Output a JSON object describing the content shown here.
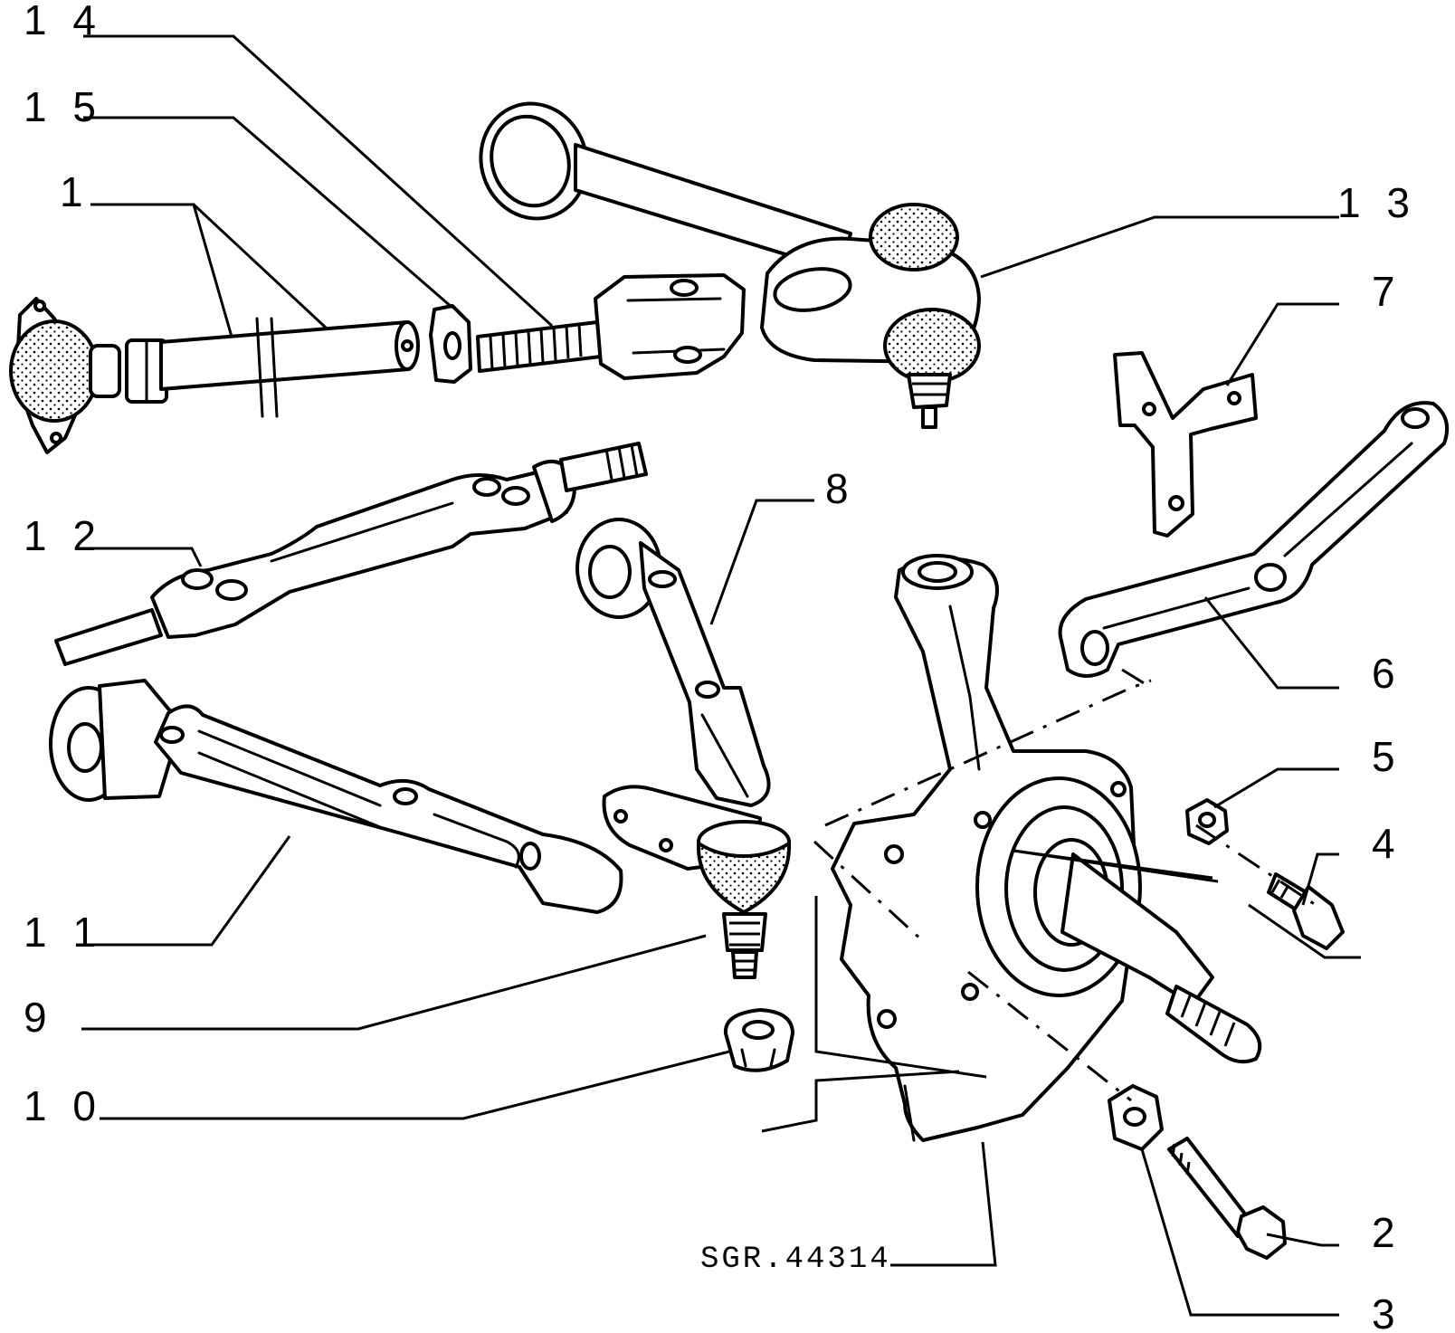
{
  "callouts": {
    "c14": "1 4",
    "c15": "1 5",
    "c1": "1",
    "c13": "1 3",
    "c7": "7",
    "c8": "8",
    "c12": "1 2",
    "c6": "6",
    "c5": "5",
    "c4": "4",
    "c11": "1 1",
    "c9": "9",
    "c10": "1 0",
    "c2": "2",
    "c3": "3"
  },
  "drawing_code": "SGR.44314"
}
